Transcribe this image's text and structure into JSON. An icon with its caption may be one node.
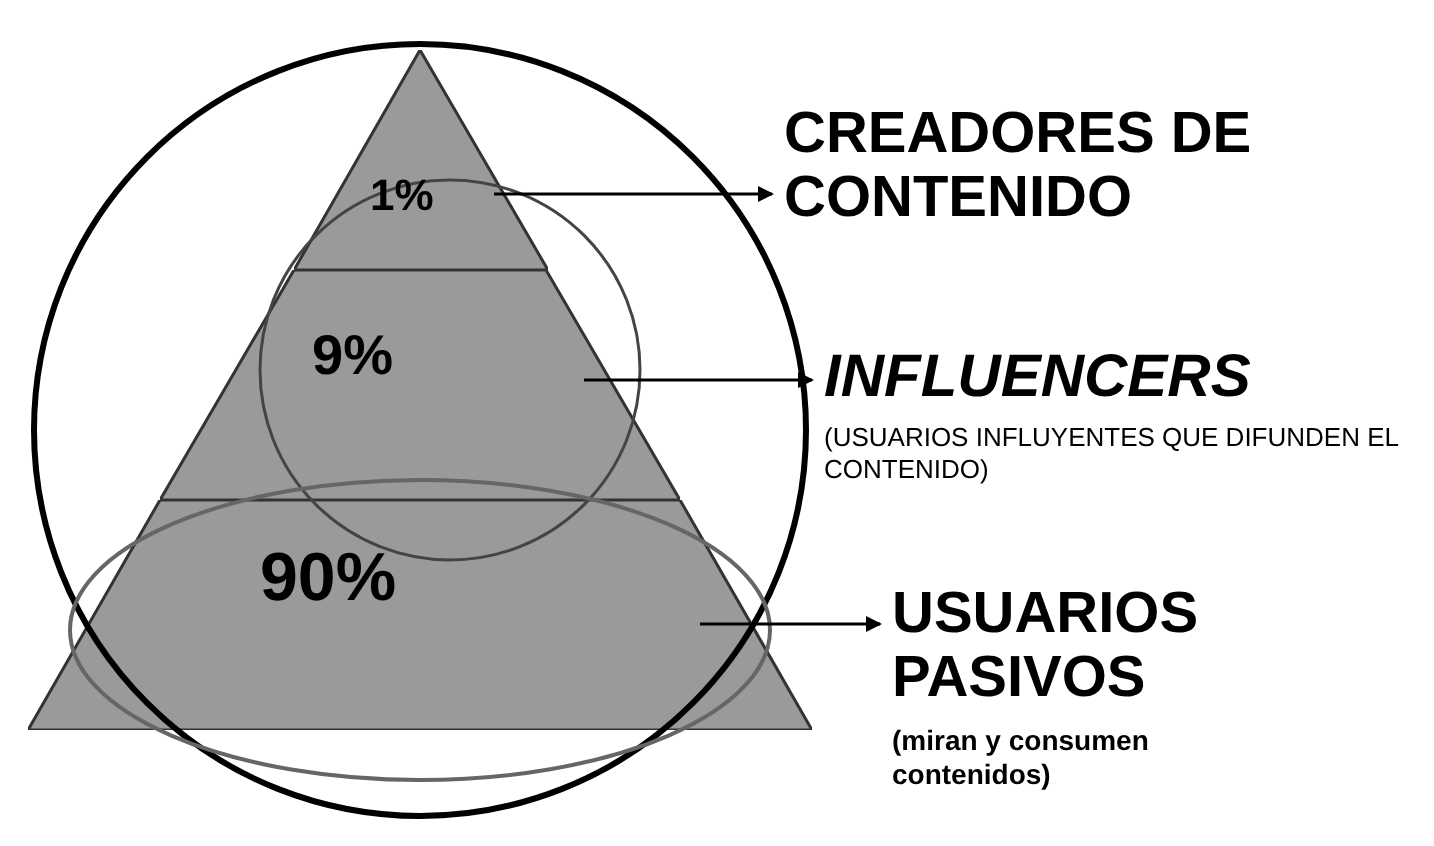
{
  "diagram": {
    "nodes": [
      {
        "text": [
          "1%"
        ]
      },
      {
        "text": [
          "9%"
        ]
      },
      {
        "text": [
          "90%"
        ]
      },
      {
        "text": [
          "CREADORES DE CONTENIDO"
        ]
      },
      {
        "text": [
          "INFLUENCERS",
          "(USUARIOS INFLUYENTES QUE DIFUNDEN EL CONTENIDO)"
        ]
      },
      {
        "text": [
          "USUARIOS PASIVOS",
          "(miran y consumen contenidos)"
        ]
      }
    ],
    "edges": [
      {
        "from": 0,
        "to": 3,
        "arrow": "to"
      },
      {
        "from": 1,
        "to": 4,
        "arrow": "to"
      },
      {
        "from": 2,
        "to": 5,
        "arrow": "to"
      }
    ]
  }
}
